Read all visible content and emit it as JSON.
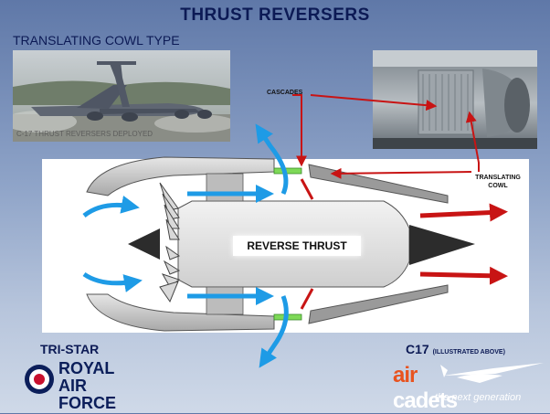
{
  "header": {
    "title": "THRUST REVERSERS",
    "subtitle": "TRANSLATING COWL TYPE"
  },
  "photos": {
    "left_caption": "C-17 THRUST REVERSERS DEPLOYED"
  },
  "diagram": {
    "labels": {
      "cascades": "CASCADES",
      "translating_cowl": "TRANSLATING\nCOWL",
      "reverse_thrust": "REVERSE THRUST"
    }
  },
  "footer": {
    "tristar": "TRI-STAR",
    "c17": "C17",
    "c17_note": "(ILLUSTRATED ABOVE)",
    "raf_line1": "ROYAL",
    "raf_line2": "AIR FORCE",
    "aircadets_line1": "air",
    "aircadets_line2": "cadets",
    "aircadets_tag": "the next generation"
  },
  "colors": {
    "title": "#0c1a55",
    "flow_arrow": "#1e9be6",
    "exhaust_arrow": "#c81414",
    "cascade": "#7ed957"
  }
}
